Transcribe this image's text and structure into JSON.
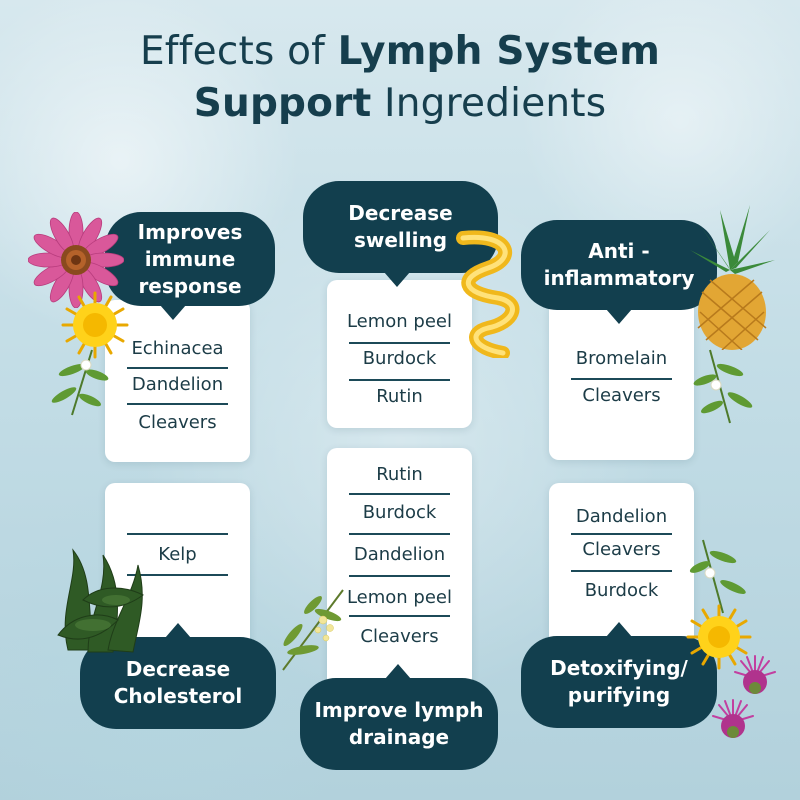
{
  "title": {
    "light_1": "Effects of ",
    "bold_1": "Lymph System",
    "bold_2": "Support",
    "light_2": " Ingredients"
  },
  "panels": [
    {
      "label_lines": [
        "Improves",
        "immune",
        "response"
      ],
      "ingredients": [
        "Echinacea",
        "Dandelion",
        "Cleavers"
      ]
    },
    {
      "label_lines": [
        "Decrease",
        "swelling"
      ],
      "ingredients": [
        "Lemon peel",
        "Burdock",
        "Rutin"
      ]
    },
    {
      "label_lines": [
        "Anti -",
        "inflammatory"
      ],
      "ingredients": [
        "Bromelain",
        "Cleavers"
      ]
    },
    {
      "label_lines": [
        "Decrease",
        "Cholesterol"
      ],
      "ingredients": [
        "Kelp"
      ]
    },
    {
      "label_lines": [
        "Improve lymph",
        "drainage"
      ],
      "ingredients": [
        "Rutin",
        "Burdock",
        "Dandelion",
        "Lemon peel",
        "Cleavers"
      ]
    },
    {
      "label_lines": [
        "Detoxifying/",
        "purifying"
      ],
      "ingredients": [
        "Dandelion",
        "Cleavers",
        "Burdock"
      ]
    }
  ],
  "icons": [
    "echinacea-flower-icon",
    "dandelion-flower-icon",
    "lemon-peel-icon",
    "pineapple-icon",
    "kelp-icon",
    "cleavers-plant-icon",
    "burdock-flower-icon"
  ]
}
